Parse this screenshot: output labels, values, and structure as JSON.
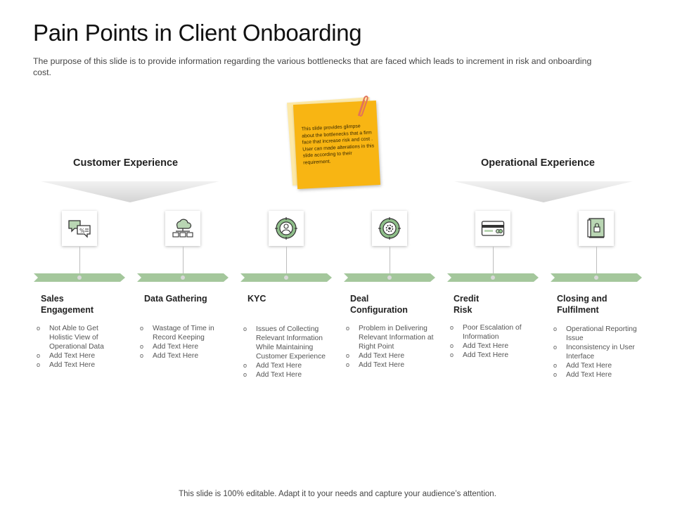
{
  "title": "Pain Points in Client Onboarding",
  "subtitle": "The purpose of this slide is to provide information regarding the various bottlenecks that are faced which leads to increment in risk and onboarding cost.",
  "categories": {
    "left": "Customer Experience",
    "right": "Operational Experience"
  },
  "sticky_note": "This slide provides glimpse about the bottlenecks that a firm face that increase risk and cost . User can made alterations in this slide according to their requirement.",
  "colors": {
    "accent_green": "#a4c79c",
    "icon_green": "#5f9c5f",
    "sticky_yellow": "#f8b513",
    "clip_red": "#e2735a"
  },
  "columns": [
    {
      "icon": "chat-percent-icon",
      "title": "Sales Engagement",
      "bullets": [
        "Not Able to Get Holistic View of Operational Data",
        "Add Text Here",
        "Add Text Here"
      ]
    },
    {
      "icon": "cloud-network-icon",
      "title": "Data Gathering",
      "bullets": [
        "Wastage of Time in Record Keeping",
        "Add Text Here",
        "Add Text Here"
      ]
    },
    {
      "icon": "person-target-icon",
      "title": "KYC",
      "bullets": [
        "Issues of Collecting Relevant Information While Maintaining Customer Experience",
        "Add Text Here",
        "Add Text Here"
      ]
    },
    {
      "icon": "gear-target-icon",
      "title": "Deal Configuration",
      "bullets": [
        "Problem in Delivering Relevant Information at Right Point",
        "Add Text Here",
        "Add Text Here"
      ]
    },
    {
      "icon": "credit-card-icon",
      "title": "Credit Risk",
      "bullets": [
        "Poor Escalation of Information",
        "Add Text Here",
        "Add Text Here"
      ]
    },
    {
      "icon": "locked-book-icon",
      "title": "Closing and Fulfilment",
      "bullets": [
        "Operational Reporting Issue",
        "Inconsistency in User Interface",
        "Add Text Here",
        "Add Text Here"
      ]
    }
  ],
  "footer": "This slide is 100% editable. Adapt it to your needs and capture your audience’s attention."
}
